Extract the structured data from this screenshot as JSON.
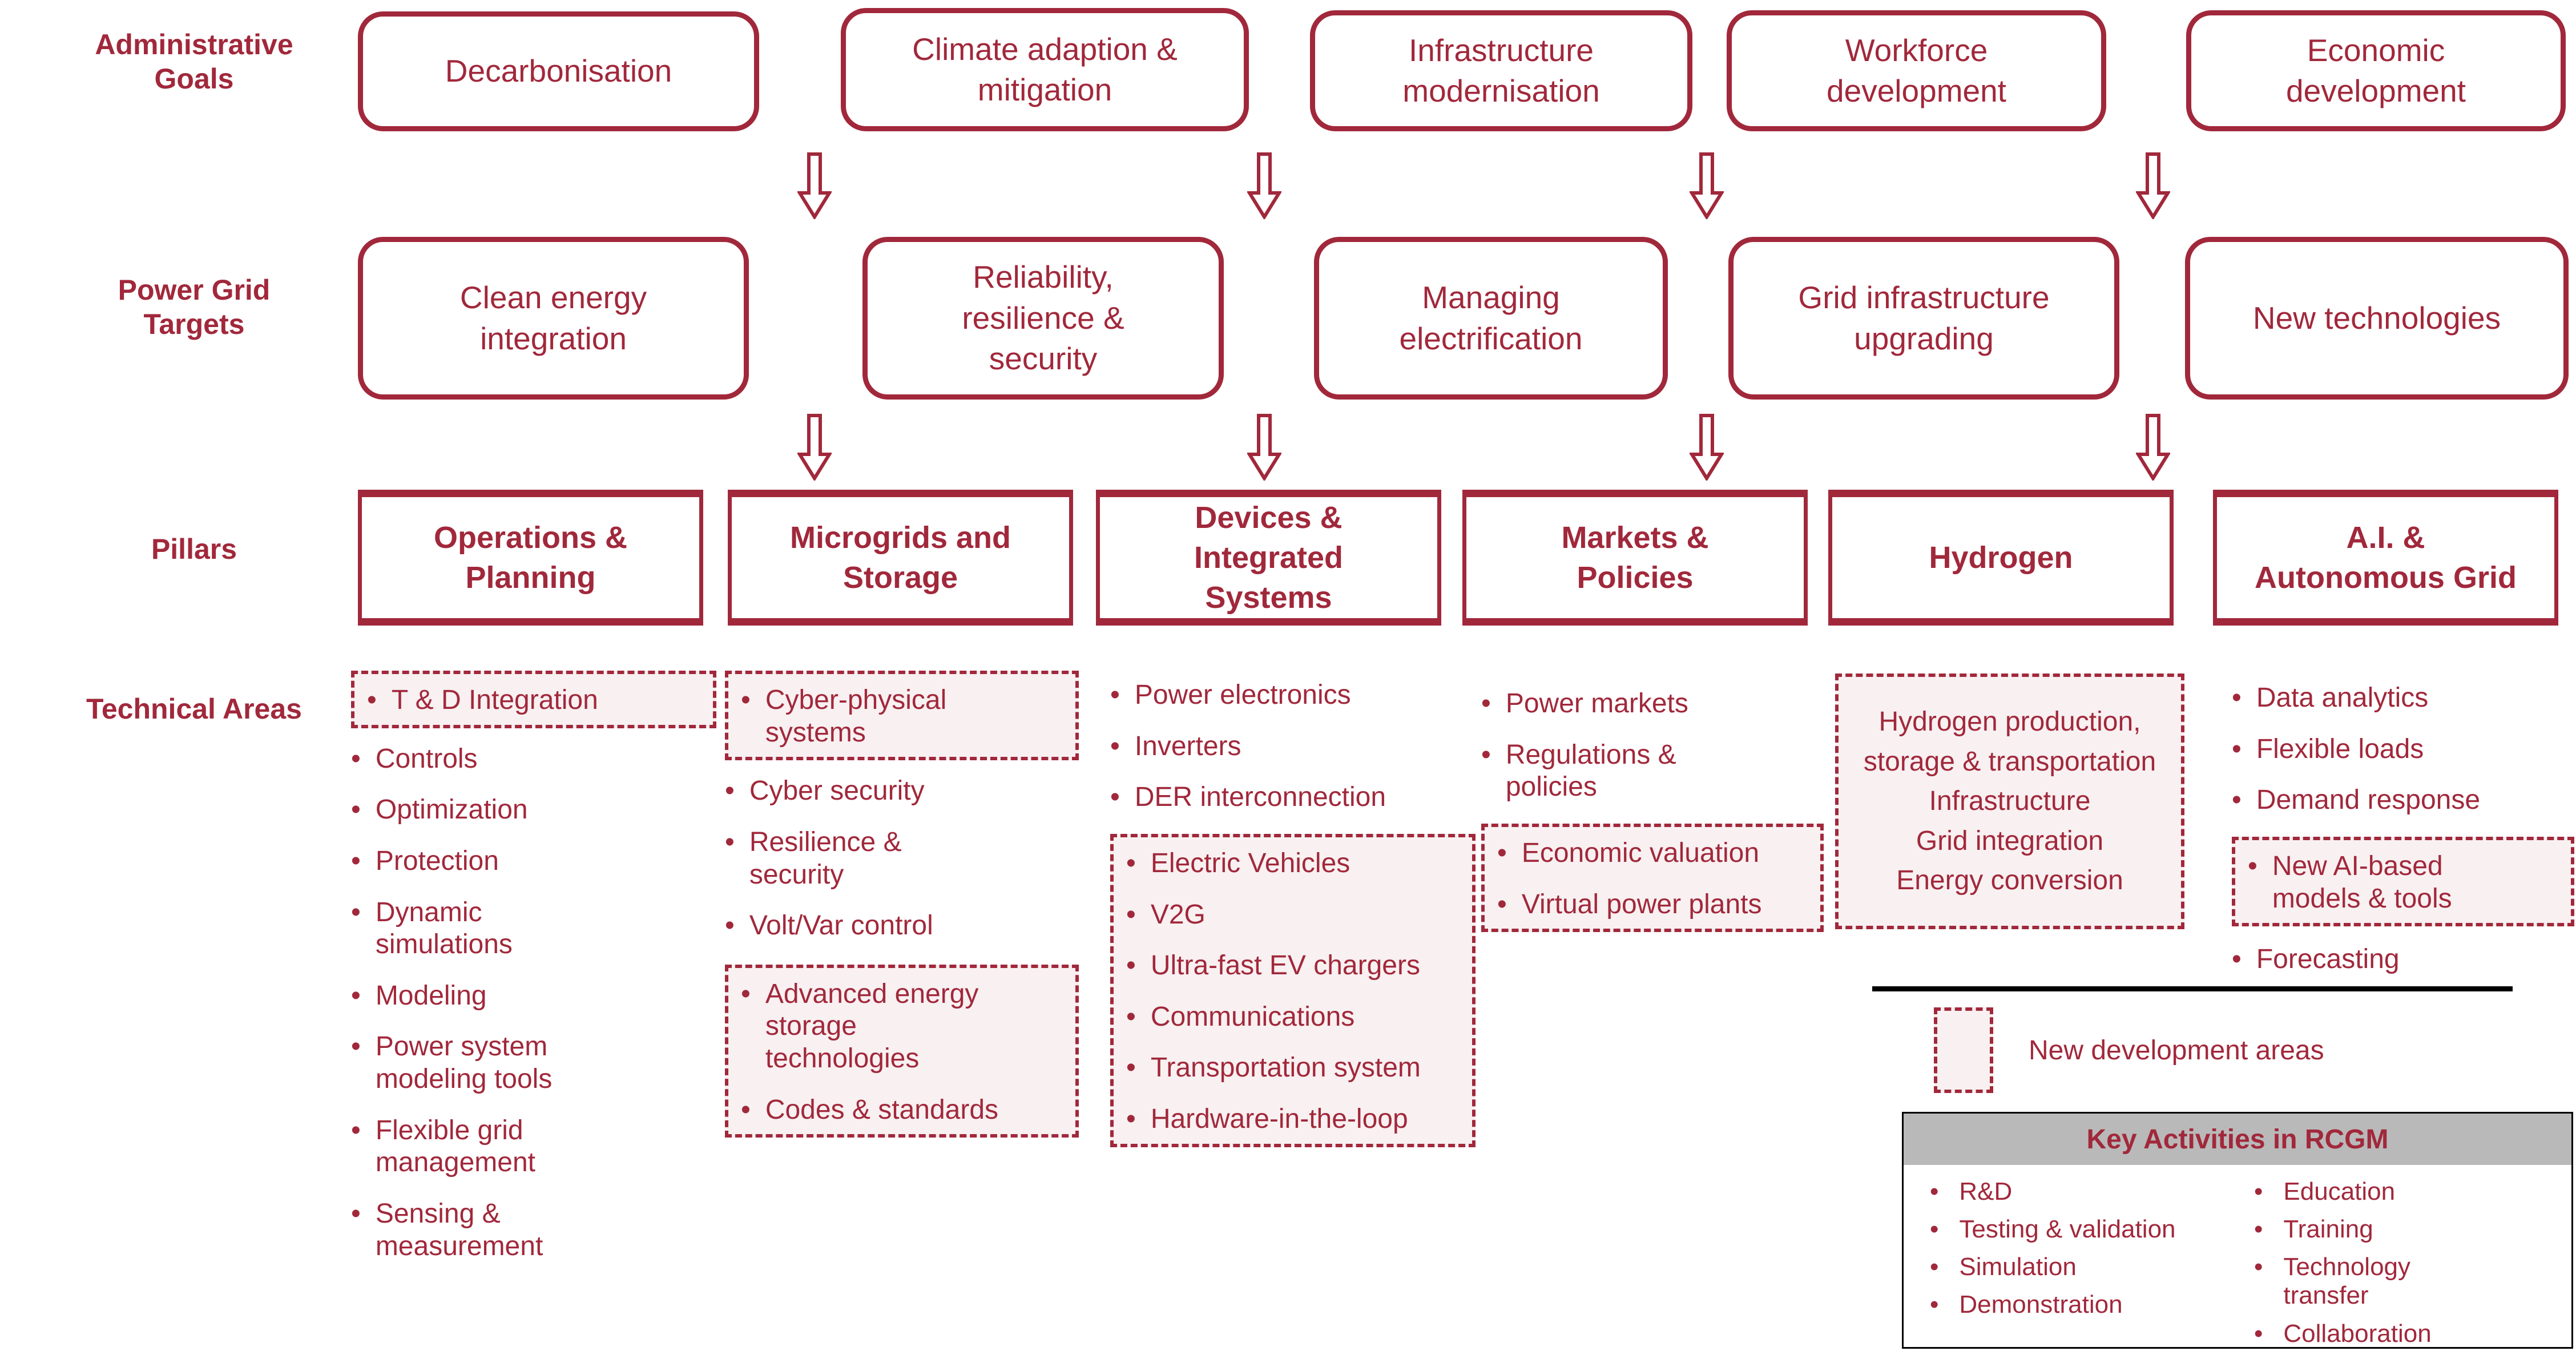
{
  "colors": {
    "maroon": "#A1283B",
    "pink_fill": "#F8F0F1",
    "header_gray": "#B9B9B9",
    "divider_black": "#000000"
  },
  "icons": {
    "down_arrow": "hollow block arrow pointing down"
  },
  "row_labels": {
    "admin": "Administrative Goals",
    "targets": "Power Grid Targets",
    "pillars": "Pillars",
    "technical": "Technical Areas"
  },
  "admin_goals": [
    "Decarbonisation",
    "Climate adaption & mitigation",
    "Infrastructure modernisation",
    "Workforce development",
    "Economic development"
  ],
  "grid_targets": [
    "Clean energy integration",
    "Reliability, resilience & security",
    "Managing electrification",
    "Grid infrastructure upgrading",
    "New technologies"
  ],
  "pillars": [
    "Operations & Planning",
    "Microgrids and Storage",
    "Devices & Integrated Systems",
    "Markets & Policies",
    "Hydrogen",
    "A.I. & Autonomous Grid"
  ],
  "tech": {
    "col1": {
      "boxed_top": "T & D Integration",
      "items": [
        "Controls",
        "Optimization",
        "Protection",
        "Dynamic simulations",
        "Modeling",
        "Power system modeling tools",
        "Flexible grid management",
        "Sensing & measurement"
      ]
    },
    "col2": {
      "boxed_top": "Cyber-physical systems",
      "items": [
        "Cyber security",
        "Resilience & security",
        "Volt/Var control"
      ],
      "boxed_bottom": [
        "Advanced energy storage technologies",
        "Codes & standards"
      ]
    },
    "col3": {
      "items": [
        "Power electronics",
        "Inverters",
        "DER interconnection"
      ],
      "boxed": [
        "Electric Vehicles",
        "V2G",
        "Ultra-fast EV chargers",
        "Communications",
        "Transportation system",
        "Hardware-in-the-loop"
      ]
    },
    "col4": {
      "items": [
        "Power markets",
        "Regulations & policies"
      ],
      "boxed": [
        "Economic valuation",
        "Virtual power plants"
      ]
    },
    "col5": {
      "boxed_lines": [
        "Hydrogen production, storage & transportation",
        "Infrastructure",
        "Grid integration",
        "Energy conversion"
      ]
    },
    "col6": {
      "items_top": [
        "Data analytics",
        "Flexible loads",
        "Demand response"
      ],
      "boxed": "New AI-based models & tools",
      "items_bottom": [
        "Forecasting"
      ]
    }
  },
  "legend": {
    "label": "New development areas"
  },
  "key_activities": {
    "title": "Key Activities in RCGM",
    "left": [
      "R&D",
      "Testing & validation",
      "Simulation",
      "Demonstration"
    ],
    "right": [
      "Education",
      "Training",
      "Technology transfer",
      "Collaboration"
    ]
  },
  "bullet": "•"
}
